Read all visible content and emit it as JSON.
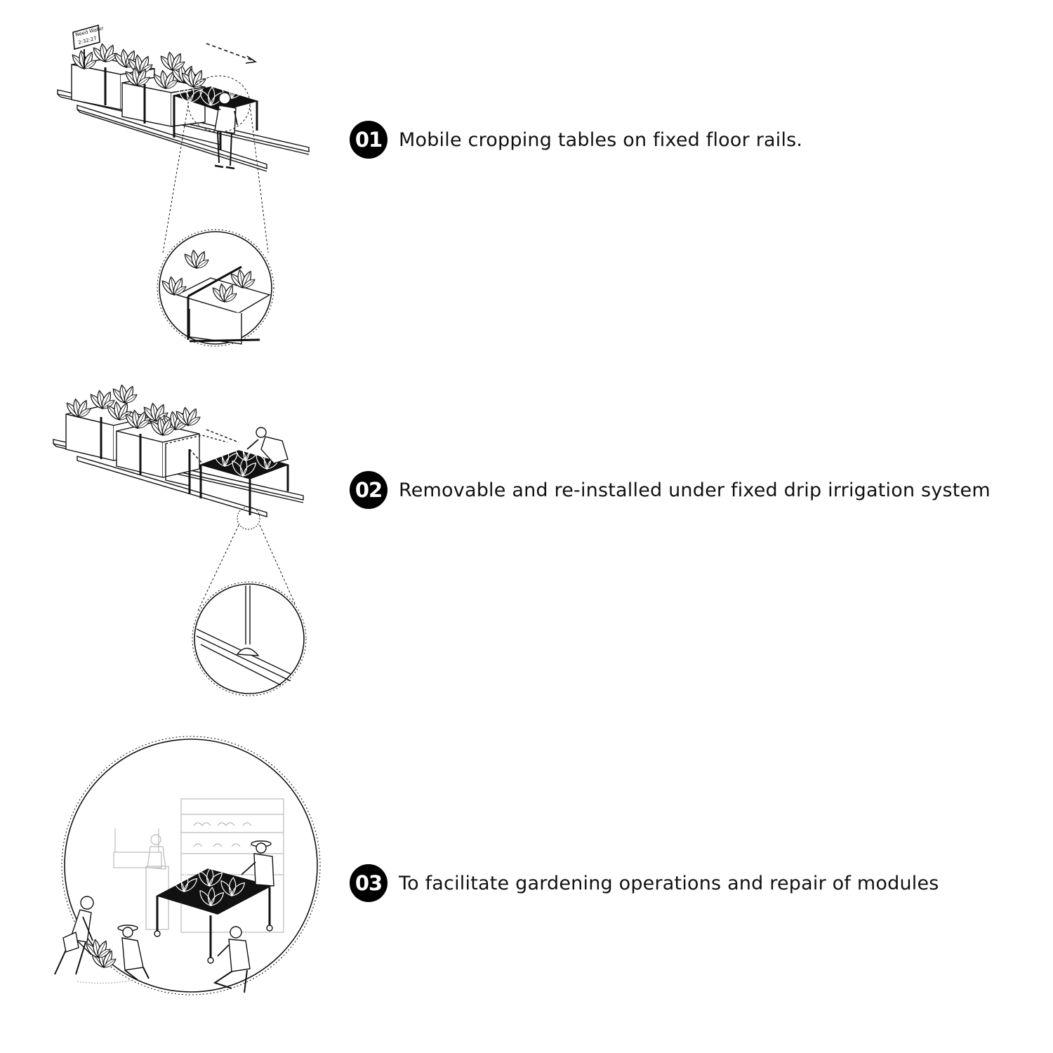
{
  "steps": [
    {
      "number": "01",
      "caption": "Mobile cropping tables on fixed floor rails."
    },
    {
      "number": "02",
      "caption": "Removable and re-installed under fixed drip irrigation system"
    },
    {
      "number": "03",
      "caption": "To facilitate gardening operations and repair of modules"
    }
  ],
  "sign": {
    "line1": "Need Water",
    "line2": "2:32:27"
  }
}
